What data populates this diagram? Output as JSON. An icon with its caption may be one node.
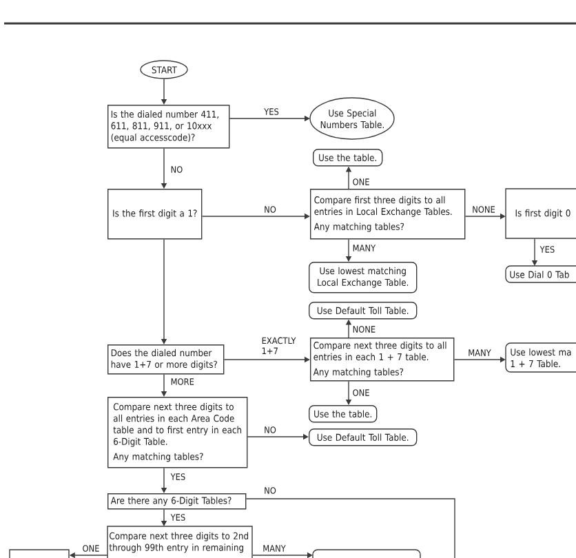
{
  "diagram": {
    "nodes": [
      {
        "text": [
          "START"
        ]
      },
      {
        "text": [
          "Is the dialed number 411, 611, 811, 911, or 10xxx (equal accesscode)?"
        ]
      },
      {
        "text": [
          "Use Special Numbers Table."
        ]
      },
      {
        "text": [
          "Use the table."
        ]
      },
      {
        "text": [
          "Is the first digit a 1?"
        ]
      },
      {
        "text": [
          "Compare first three digits to all entries in Local Exchange Tables.",
          "Any matching tables?"
        ]
      },
      {
        "text": [
          "Is first digit 0"
        ]
      },
      {
        "text": [
          "Use Dial 0 Tab"
        ]
      },
      {
        "text": [
          "Use lowest matching Local Exchange Table."
        ]
      },
      {
        "text": [
          "Use Default Toll Table."
        ]
      },
      {
        "text": [
          "Does the dialed number have 1+7 or more digits?"
        ]
      },
      {
        "text": [
          "Compare next three digits to all entries in each 1 + 7 table.",
          "Any matching tables?"
        ]
      },
      {
        "text": [
          "Use lowest ma 1 + 7 Table."
        ]
      },
      {
        "text": [
          "Compare next three digits to all entries in each Area Code table and to first entry in each 6-Digit Table.",
          "Any matching tables?"
        ]
      },
      {
        "text": [
          "Use the table."
        ]
      },
      {
        "text": [
          "Use Default Toll Table."
        ]
      },
      {
        "text": [
          "Are there any 6-Digit Tables?"
        ]
      },
      {
        "text": [
          "Compare next three digits to 2nd through 99th entry in remaining"
        ]
      },
      {
        "text": [],
        "shape": "box"
      },
      {
        "text": [],
        "shape": "box"
      }
    ],
    "edges": [
      {
        "from": 0,
        "to": 1,
        "arrow": "to"
      },
      {
        "from": 1,
        "to": 2,
        "arrow": "to",
        "label": "YES"
      },
      {
        "from": 1,
        "to": 4,
        "arrow": "to",
        "label": "NO"
      },
      {
        "from": 4,
        "to": 5,
        "arrow": "to",
        "label": "NO"
      },
      {
        "from": 5,
        "to": 3,
        "arrow": "to",
        "label": "ONE"
      },
      {
        "from": 5,
        "to": 6,
        "arrow": "to",
        "label": "NONE"
      },
      {
        "from": 6,
        "to": 7,
        "arrow": "to",
        "label": "YES"
      },
      {
        "from": 5,
        "to": 8,
        "arrow": "to",
        "label": "MANY"
      },
      {
        "from": 4,
        "to": 10,
        "arrow": "to"
      },
      {
        "from": 10,
        "to": 11,
        "arrow": "to",
        "label": "EXACTLY 1+7"
      },
      {
        "from": 11,
        "to": 9,
        "arrow": "to",
        "label": "NONE"
      },
      {
        "from": 11,
        "to": 12,
        "arrow": "to",
        "label": "MANY"
      },
      {
        "from": 11,
        "to": 14,
        "arrow": "to",
        "label": "ONE"
      },
      {
        "from": 10,
        "to": 13,
        "arrow": "to",
        "label": "MORE"
      },
      {
        "from": 13,
        "to": 15,
        "arrow": "to",
        "label": "NO"
      },
      {
        "from": 13,
        "to": 16,
        "arrow": "to",
        "label": "YES"
      },
      {
        "from": 16,
        "to": null,
        "arrow": "none",
        "label": "NO"
      },
      {
        "from": 16,
        "to": 17,
        "arrow": "to",
        "label": "YES"
      },
      {
        "from": 17,
        "to": 18,
        "arrow": "to",
        "label": "ONE"
      },
      {
        "from": 17,
        "to": 19,
        "arrow": "to",
        "label": "MANY"
      }
    ]
  }
}
